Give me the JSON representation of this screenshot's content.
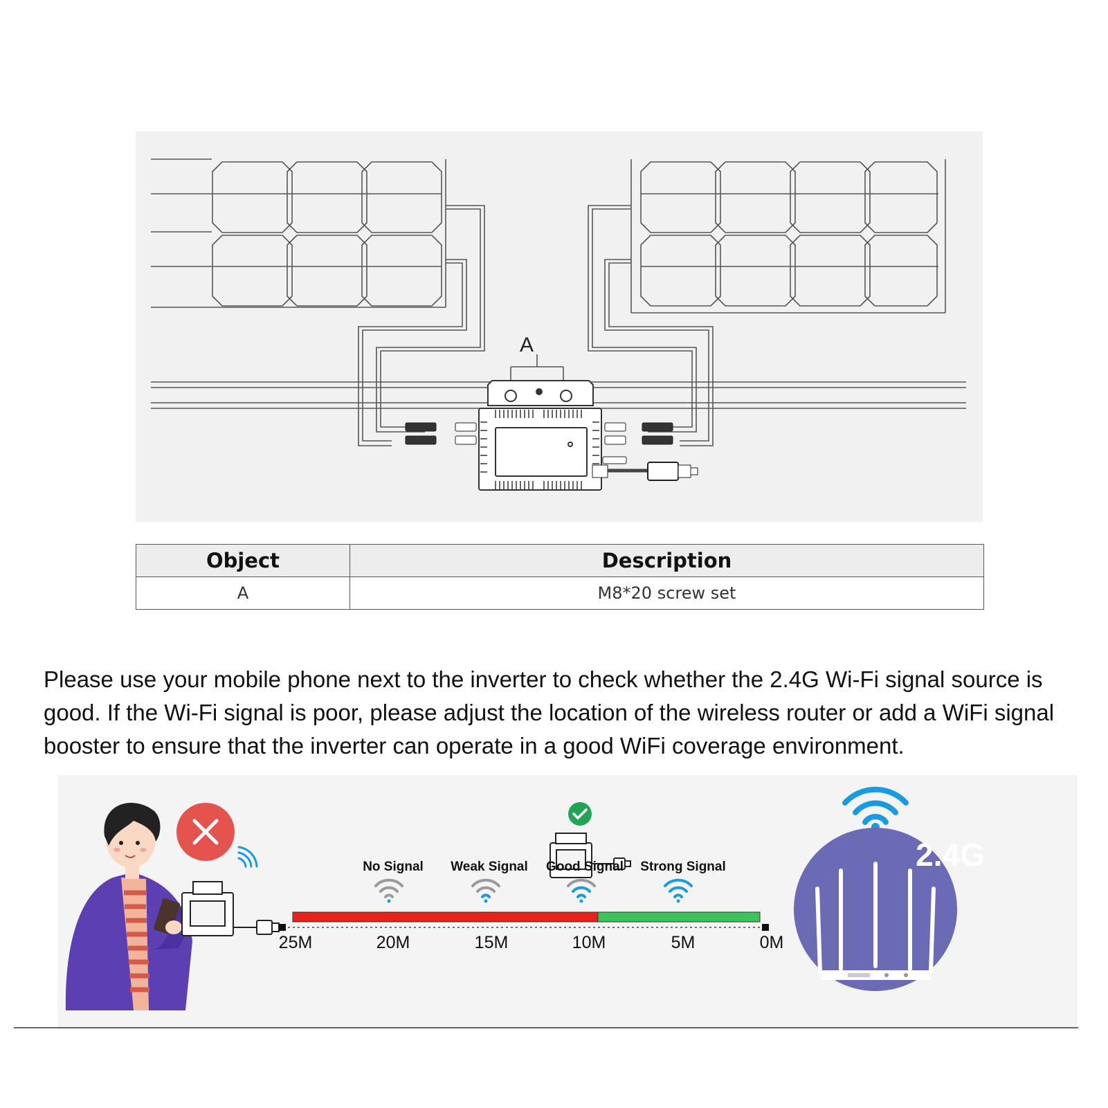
{
  "diagram": {
    "callout_label": "A"
  },
  "table": {
    "headers": [
      "Object",
      "Description"
    ],
    "rows": [
      {
        "object": "A",
        "description": "M8*20 screw set"
      }
    ]
  },
  "instruction_text": "Please use your mobile phone next to the inverter to check whether the 2.4G Wi-Fi signal source is good. If the Wi-Fi signal is poor, please adjust the location of the wireless router or add a WiFi signal booster to ensure that the inverter can operate in a good WiFi coverage environment.",
  "signal_scale": {
    "levels": [
      "No Signal",
      "Weak Signal",
      "Good Signal",
      "Strong Signal"
    ],
    "distances": [
      "25M",
      "20M",
      "15M",
      "10M",
      "5M",
      "0M"
    ],
    "poor_segment": {
      "from": "25M",
      "to": "10M",
      "color": "#e8211b"
    },
    "good_segment": {
      "from": "10M",
      "to": "0M",
      "color": "#3cc35a"
    },
    "router_band": "2.4G",
    "colors": {
      "bad": "#e5534f",
      "ok": "#22a456",
      "wifi_blue": "#1a9ae0",
      "router": "#6a6bb4",
      "grey_wifi": "#9a9a9a"
    }
  }
}
